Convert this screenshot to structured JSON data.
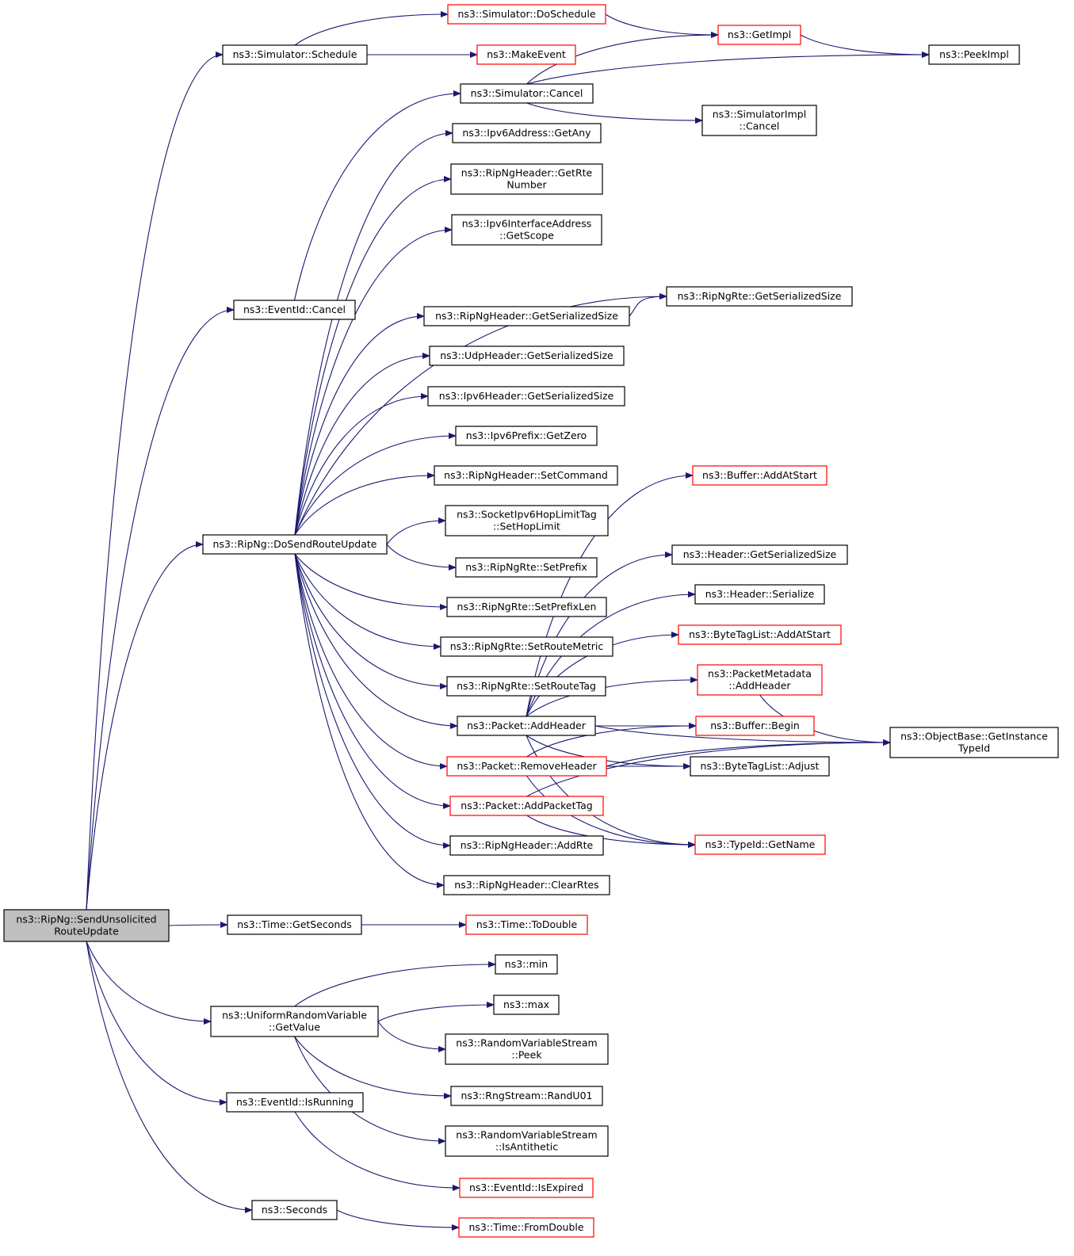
{
  "graph": {
    "colors": {
      "edge": "#191970",
      "truncated_border": "#ff0000",
      "normal_border": "#000000",
      "root_fill": "#bfbfbf"
    },
    "nodes": [
      {
        "id": "root",
        "lines": [
          "ns3::RipNg::SendUnsolicited",
          "RouteUpdate"
        ],
        "style": "root"
      },
      {
        "id": "sim_schedule",
        "lines": [
          "ns3::Simulator::Schedule"
        ],
        "style": "normal"
      },
      {
        "id": "eventid_cancel",
        "lines": [
          "ns3::EventId::Cancel"
        ],
        "style": "normal"
      },
      {
        "id": "dosend",
        "lines": [
          "ns3::RipNg::DoSendRouteUpdate"
        ],
        "style": "normal"
      },
      {
        "id": "time_getseconds",
        "lines": [
          "ns3::Time::GetSeconds"
        ],
        "style": "normal"
      },
      {
        "id": "urv_getvalue",
        "lines": [
          "ns3::UniformRandomVariable",
          "::GetValue"
        ],
        "style": "normal"
      },
      {
        "id": "eventid_isrunning",
        "lines": [
          "ns3::EventId::IsRunning"
        ],
        "style": "normal"
      },
      {
        "id": "seconds",
        "lines": [
          "ns3::Seconds"
        ],
        "style": "normal"
      },
      {
        "id": "sim_doschedule",
        "lines": [
          "ns3::Simulator::DoSchedule"
        ],
        "style": "truncated"
      },
      {
        "id": "makeevent",
        "lines": [
          "ns3::MakeEvent"
        ],
        "style": "truncated"
      },
      {
        "id": "sim_cancel",
        "lines": [
          "ns3::Simulator::Cancel"
        ],
        "style": "normal"
      },
      {
        "id": "getimpl",
        "lines": [
          "ns3::GetImpl"
        ],
        "style": "truncated"
      },
      {
        "id": "peekimpl",
        "lines": [
          "ns3::PeekImpl"
        ],
        "style": "normal"
      },
      {
        "id": "simimpl_cancel",
        "lines": [
          "ns3::SimulatorImpl",
          "::Cancel"
        ],
        "style": "normal"
      },
      {
        "id": "ipv6addr_getany",
        "lines": [
          "ns3::Ipv6Address::GetAny"
        ],
        "style": "normal"
      },
      {
        "id": "ripngheader_getrte",
        "lines": [
          "ns3::RipNgHeader::GetRte",
          "Number"
        ],
        "style": "normal"
      },
      {
        "id": "ipv6ifaddr_getscope",
        "lines": [
          "ns3::Ipv6InterfaceAddress",
          "::GetScope"
        ],
        "style": "normal"
      },
      {
        "id": "ripngrte_getser",
        "lines": [
          "ns3::RipNgRte::GetSerializedSize"
        ],
        "style": "normal"
      },
      {
        "id": "ripngheader_getser",
        "lines": [
          "ns3::RipNgHeader::GetSerializedSize"
        ],
        "style": "normal"
      },
      {
        "id": "udpheader_getser",
        "lines": [
          "ns3::UdpHeader::GetSerializedSize"
        ],
        "style": "normal"
      },
      {
        "id": "ipv6header_getser",
        "lines": [
          "ns3::Ipv6Header::GetSerializedSize"
        ],
        "style": "normal"
      },
      {
        "id": "ipv6prefix_getzero",
        "lines": [
          "ns3::Ipv6Prefix::GetZero"
        ],
        "style": "normal"
      },
      {
        "id": "ripngheader_setcmd",
        "lines": [
          "ns3::RipNgHeader::SetCommand"
        ],
        "style": "normal"
      },
      {
        "id": "sockethoplimit",
        "lines": [
          "ns3::SocketIpv6HopLimitTag",
          "::SetHopLimit"
        ],
        "style": "normal"
      },
      {
        "id": "ripngrte_setprefix",
        "lines": [
          "ns3::RipNgRte::SetPrefix"
        ],
        "style": "normal"
      },
      {
        "id": "ripngrte_setprefixlen",
        "lines": [
          "ns3::RipNgRte::SetPrefixLen"
        ],
        "style": "normal"
      },
      {
        "id": "ripngrte_setroutemetric",
        "lines": [
          "ns3::RipNgRte::SetRouteMetric"
        ],
        "style": "normal"
      },
      {
        "id": "ripngrte_setroutetag",
        "lines": [
          "ns3::RipNgRte::SetRouteTag"
        ],
        "style": "normal"
      },
      {
        "id": "packet_addheader",
        "lines": [
          "ns3::Packet::AddHeader"
        ],
        "style": "normal"
      },
      {
        "id": "packet_removeheader",
        "lines": [
          "ns3::Packet::RemoveHeader"
        ],
        "style": "truncated"
      },
      {
        "id": "packet_addpackettag",
        "lines": [
          "ns3::Packet::AddPacketTag"
        ],
        "style": "truncated"
      },
      {
        "id": "ripngheader_addrte",
        "lines": [
          "ns3::RipNgHeader::AddRte"
        ],
        "style": "normal"
      },
      {
        "id": "ripngheader_clearrtes",
        "lines": [
          "ns3::RipNgHeader::ClearRtes"
        ],
        "style": "normal"
      },
      {
        "id": "buffer_addatstart",
        "lines": [
          "ns3::Buffer::AddAtStart"
        ],
        "style": "truncated"
      },
      {
        "id": "header_getser",
        "lines": [
          "ns3::Header::GetSerializedSize"
        ],
        "style": "normal"
      },
      {
        "id": "header_serialize",
        "lines": [
          "ns3::Header::Serialize"
        ],
        "style": "normal"
      },
      {
        "id": "bytetaglist_addatstart",
        "lines": [
          "ns3::ByteTagList::AddAtStart"
        ],
        "style": "truncated"
      },
      {
        "id": "packetmetadata_addheader",
        "lines": [
          "ns3::PacketMetadata",
          "::AddHeader"
        ],
        "style": "truncated"
      },
      {
        "id": "buffer_begin",
        "lines": [
          "ns3::Buffer::Begin"
        ],
        "style": "truncated"
      },
      {
        "id": "bytetaglist_adjust",
        "lines": [
          "ns3::ByteTagList::Adjust"
        ],
        "style": "normal"
      },
      {
        "id": "typeid_getname",
        "lines": [
          "ns3::TypeId::GetName"
        ],
        "style": "truncated"
      },
      {
        "id": "objectbase_getinstancetypeid",
        "lines": [
          "ns3::ObjectBase::GetInstance",
          "TypeId"
        ],
        "style": "normal"
      },
      {
        "id": "time_todouble",
        "lines": [
          "ns3::Time::ToDouble"
        ],
        "style": "truncated"
      },
      {
        "id": "min",
        "lines": [
          "ns3::min"
        ],
        "style": "normal"
      },
      {
        "id": "max",
        "lines": [
          "ns3::max"
        ],
        "style": "normal"
      },
      {
        "id": "rvs_peek",
        "lines": [
          "ns3::RandomVariableStream",
          "::Peek"
        ],
        "style": "normal"
      },
      {
        "id": "rngstream_randu01",
        "lines": [
          "ns3::RngStream::RandU01"
        ],
        "style": "normal"
      },
      {
        "id": "rvs_isantithetic",
        "lines": [
          "ns3::RandomVariableStream",
          "::IsAntithetic"
        ],
        "style": "normal"
      },
      {
        "id": "eventid_isexpired",
        "lines": [
          "ns3::EventId::IsExpired"
        ],
        "style": "truncated"
      },
      {
        "id": "time_fromdouble",
        "lines": [
          "ns3::Time::FromDouble"
        ],
        "style": "truncated"
      }
    ],
    "edges": [
      [
        "root",
        "sim_schedule"
      ],
      [
        "root",
        "eventid_cancel"
      ],
      [
        "root",
        "dosend"
      ],
      [
        "root",
        "time_getseconds"
      ],
      [
        "root",
        "urv_getvalue"
      ],
      [
        "root",
        "eventid_isrunning"
      ],
      [
        "root",
        "seconds"
      ],
      [
        "sim_schedule",
        "sim_doschedule"
      ],
      [
        "sim_schedule",
        "makeevent"
      ],
      [
        "sim_doschedule",
        "getimpl"
      ],
      [
        "getimpl",
        "peekimpl"
      ],
      [
        "eventid_cancel",
        "sim_cancel"
      ],
      [
        "sim_cancel",
        "getimpl"
      ],
      [
        "sim_cancel",
        "peekimpl"
      ],
      [
        "sim_cancel",
        "simimpl_cancel"
      ],
      [
        "dosend",
        "ipv6addr_getany"
      ],
      [
        "dosend",
        "ripngheader_getrte"
      ],
      [
        "dosend",
        "ipv6ifaddr_getscope"
      ],
      [
        "dosend",
        "ripngrte_getser"
      ],
      [
        "dosend",
        "ripngheader_getser"
      ],
      [
        "dosend",
        "udpheader_getser"
      ],
      [
        "dosend",
        "ipv6header_getser"
      ],
      [
        "dosend",
        "ipv6prefix_getzero"
      ],
      [
        "dosend",
        "ripngheader_setcmd"
      ],
      [
        "dosend",
        "sockethoplimit"
      ],
      [
        "dosend",
        "ripngrte_setprefix"
      ],
      [
        "dosend",
        "ripngrte_setprefixlen"
      ],
      [
        "dosend",
        "ripngrte_setroutemetric"
      ],
      [
        "dosend",
        "ripngrte_setroutetag"
      ],
      [
        "dosend",
        "packet_addheader"
      ],
      [
        "dosend",
        "packet_removeheader"
      ],
      [
        "dosend",
        "packet_addpackettag"
      ],
      [
        "dosend",
        "ripngheader_addrte"
      ],
      [
        "dosend",
        "ripngheader_clearrtes"
      ],
      [
        "ripngheader_getser",
        "ripngrte_getser"
      ],
      [
        "packet_addheader",
        "buffer_addatstart"
      ],
      [
        "packet_addheader",
        "objectbase_getinstancetypeid"
      ],
      [
        "packet_addheader",
        "header_getser"
      ],
      [
        "packet_addheader",
        "header_serialize"
      ],
      [
        "packet_addheader",
        "bytetaglist_addatstart"
      ],
      [
        "packet_addheader",
        "packetmetadata_addheader"
      ],
      [
        "packet_addheader",
        "buffer_begin"
      ],
      [
        "packet_addheader",
        "bytetaglist_adjust"
      ],
      [
        "packet_addheader",
        "typeid_getname"
      ],
      [
        "packetmetadata_addheader",
        "objectbase_getinstancetypeid"
      ],
      [
        "packet_removeheader",
        "buffer_begin"
      ],
      [
        "packet_removeheader",
        "bytetaglist_adjust"
      ],
      [
        "packet_removeheader",
        "objectbase_getinstancetypeid"
      ],
      [
        "packet_removeheader",
        "typeid_getname"
      ],
      [
        "packet_addpackettag",
        "typeid_getname"
      ],
      [
        "packet_addpackettag",
        "objectbase_getinstancetypeid"
      ],
      [
        "time_getseconds",
        "time_todouble"
      ],
      [
        "urv_getvalue",
        "min"
      ],
      [
        "urv_getvalue",
        "max"
      ],
      [
        "urv_getvalue",
        "rvs_peek"
      ],
      [
        "urv_getvalue",
        "rngstream_randu01"
      ],
      [
        "urv_getvalue",
        "rvs_isantithetic"
      ],
      [
        "eventid_isrunning",
        "eventid_isexpired"
      ],
      [
        "seconds",
        "time_fromdouble"
      ]
    ]
  }
}
